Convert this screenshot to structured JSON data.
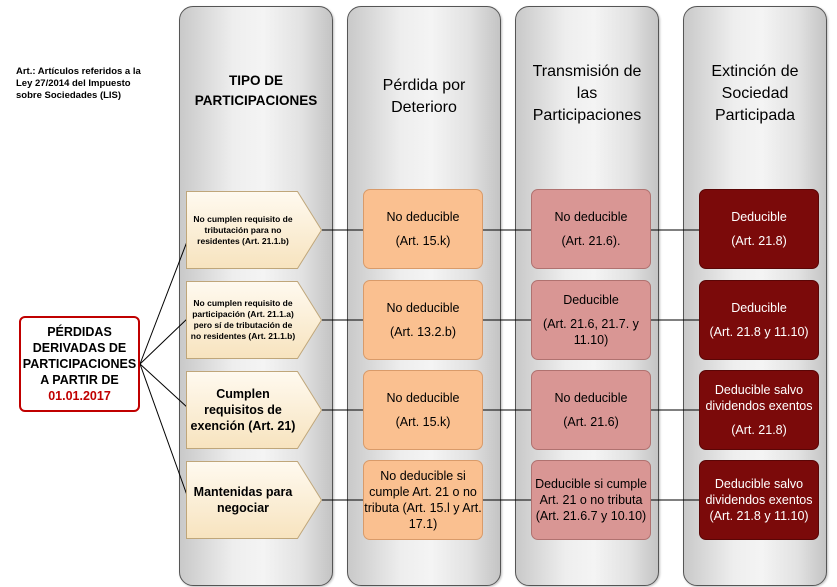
{
  "note": "Art.: Artículos referidos a la Ley 27/2014 del Impuesto sobre Sociedades (LIS)",
  "root": {
    "line1": "PÉRDIDAS DERIVADAS DE PARTICIPACIONES A PARTIR DE",
    "date": "01.01.2017"
  },
  "columns": [
    {
      "title": "TIPO DE\nPARTICIPACIONES"
    },
    {
      "title": "Pérdida por\nDeterioro"
    },
    {
      "title": "Transmisión de\nlas\nParticipaciones"
    },
    {
      "title": "Extinción de\nSociedad\nParticipada"
    }
  ],
  "rows": [
    {
      "type": "No cumplen requisito de tributación para no residentes (Art. 21.1.b)",
      "deterioro": {
        "text": "No deducible",
        "ref": "(Art. 15.k)"
      },
      "transmision": {
        "text": "No deducible",
        "ref": "(Art. 21.6)."
      },
      "extincion": {
        "text": "Deducible",
        "ref": "(Art. 21.8)"
      }
    },
    {
      "type": "No cumplen requisito de participación (Art. 21.1.a) pero sí de tributación de no residentes (Art. 21.1.b)",
      "deterioro": {
        "text": "No deducible",
        "ref": "(Art. 13.2.b)"
      },
      "transmision": {
        "text": "Deducible",
        "ref": "(Art. 21.6, 21.7. y 11.10)"
      },
      "extincion": {
        "text": "Deducible",
        "ref": "(Art. 21.8 y 11.10)"
      }
    },
    {
      "type": "Cumplen requisitos de exención (Art. 21)",
      "deterioro": {
        "text": "No deducible",
        "ref": "(Art. 15.k)"
      },
      "transmision": {
        "text": "No deducible",
        "ref": "(Art. 21.6)"
      },
      "extincion": {
        "text": "Deducible salvo dividendos exentos",
        "ref": "(Art. 21.8)"
      }
    },
    {
      "type": "Mantenidas para negociar",
      "deterioro": {
        "text": "No deducible si cumple Art. 21 o no tributa (Art. 15.l y Art. 17.1)",
        "ref": ""
      },
      "transmision": {
        "text": "Deducible si cumple Art. 21 o no tributa (Art. 21.6.7 y 10.10)",
        "ref": ""
      },
      "extincion": {
        "text": "Deducible salvo dividendos exentos (Art. 21.8 y 11.10)",
        "ref": ""
      }
    }
  ],
  "colors": {
    "orange": "#fac090",
    "pink": "#d99694",
    "dark": "#7b0a0a",
    "accent": "#c00000"
  }
}
